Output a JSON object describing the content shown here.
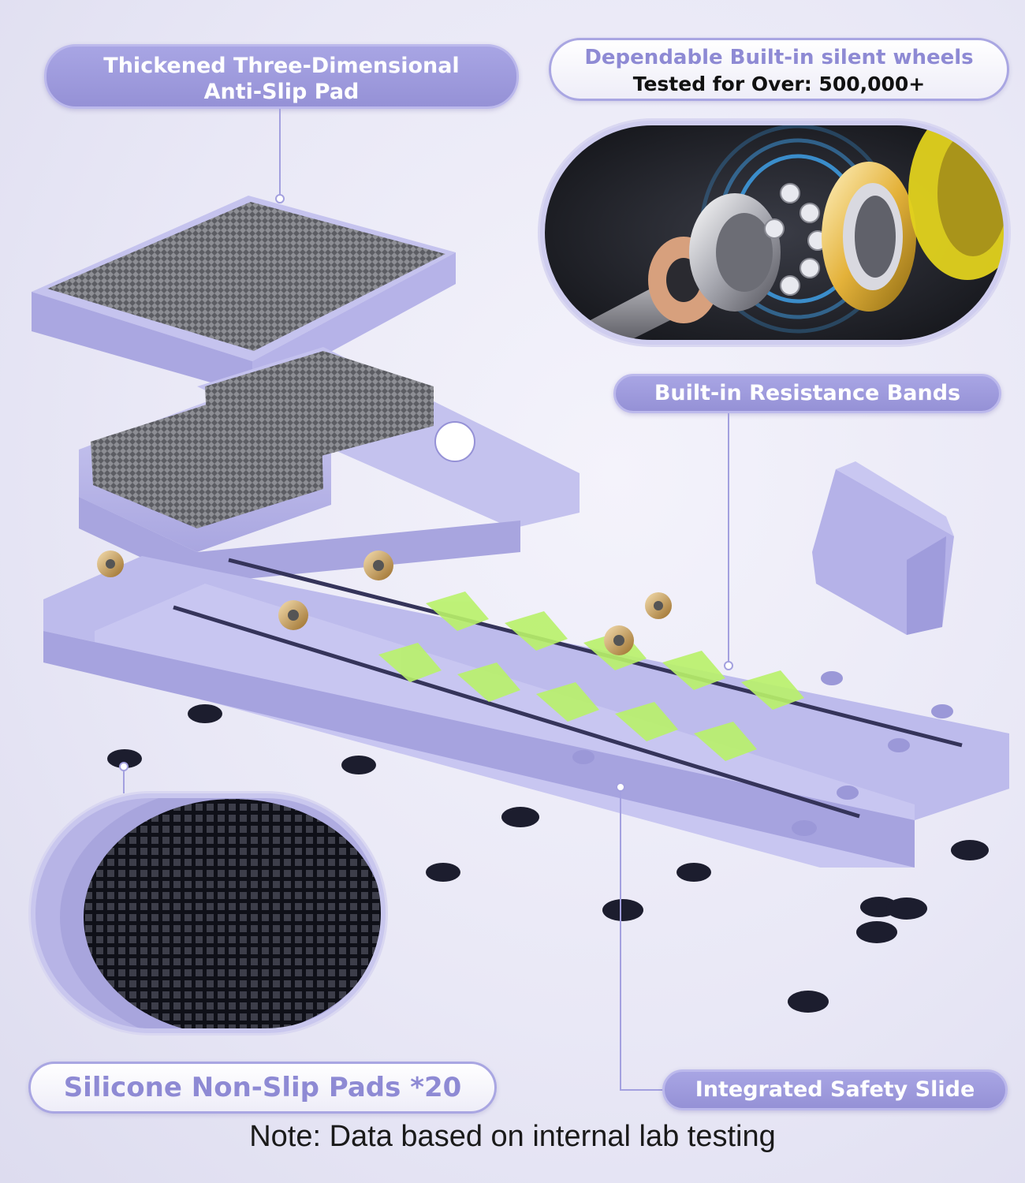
{
  "callouts": {
    "anti_slip_pad": {
      "line1": "Thickened Three-Dimensional",
      "line2": "Anti-Slip Pad"
    },
    "silent_wheels": {
      "line1": "Dependable Built-in silent wheels",
      "line2": "Tested for Over: 500,000+"
    },
    "resistance_bands": {
      "label": "Built-in Resistance Bands"
    },
    "non_slip_pads": {
      "label": "Silicone Non-Slip Pads *20"
    },
    "safety_slide": {
      "label": "Integrated Safety Slide"
    }
  },
  "footnote": "Note: Data based on internal lab testing",
  "colors": {
    "accent_purple": "#9591d6",
    "product_lavender": "#b9b7ea",
    "arrow_green": "#b9f26a",
    "pad_dark": "#1c1d2e"
  }
}
